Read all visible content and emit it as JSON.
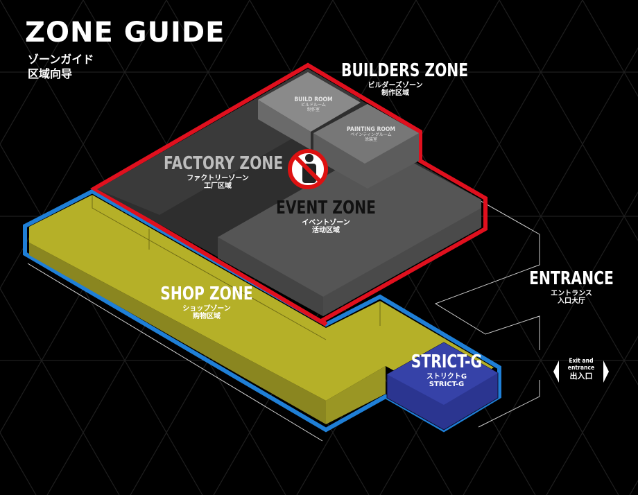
{
  "header": {
    "title": "ZONE GUIDE",
    "sub_ja": "ゾーンガイド",
    "sub_zh": "区域向导"
  },
  "zones": {
    "builders": {
      "name": "BUILDERS ZONE",
      "ja": "ビルダーズゾーン",
      "zh": "制作区域"
    },
    "build_room": {
      "name": "BUILD ROOM",
      "ja": "ビルドルーム",
      "zh": "制作室"
    },
    "painting_room": {
      "name": "PAINTING ROOM",
      "ja": "ペインティングルーム",
      "zh": "涂装室"
    },
    "factory": {
      "name": "FACTORY ZONE",
      "ja": "ファクトリーゾーン",
      "zh": "工厂区域"
    },
    "event": {
      "name": "EVENT ZONE",
      "ja": "イベントゾーン",
      "zh": "活动区域"
    },
    "shop": {
      "name": "SHOP ZONE",
      "ja": "ショップゾーン",
      "zh": "购物区域"
    },
    "strict_g": {
      "name": "STRICT-G",
      "ja": "ストリクトG",
      "zh": "STRICT-G"
    }
  },
  "entrance": {
    "name": "ENTRANCE",
    "ja": "エントランス",
    "zh": "入口大厅"
  },
  "exit": {
    "line1": "Exit and",
    "line2": "entrance",
    "zh": "出入口"
  },
  "icons": {
    "no_photo": "no-photography-icon"
  },
  "colors": {
    "red_border": "#e0101e",
    "blue_border": "#1f7fd6",
    "shop": "#b5b028",
    "strict_g": "#2b3590",
    "zone_dark": "#3a3a3a",
    "zone_mid": "#555555",
    "room_light": "#8a8a8a"
  }
}
